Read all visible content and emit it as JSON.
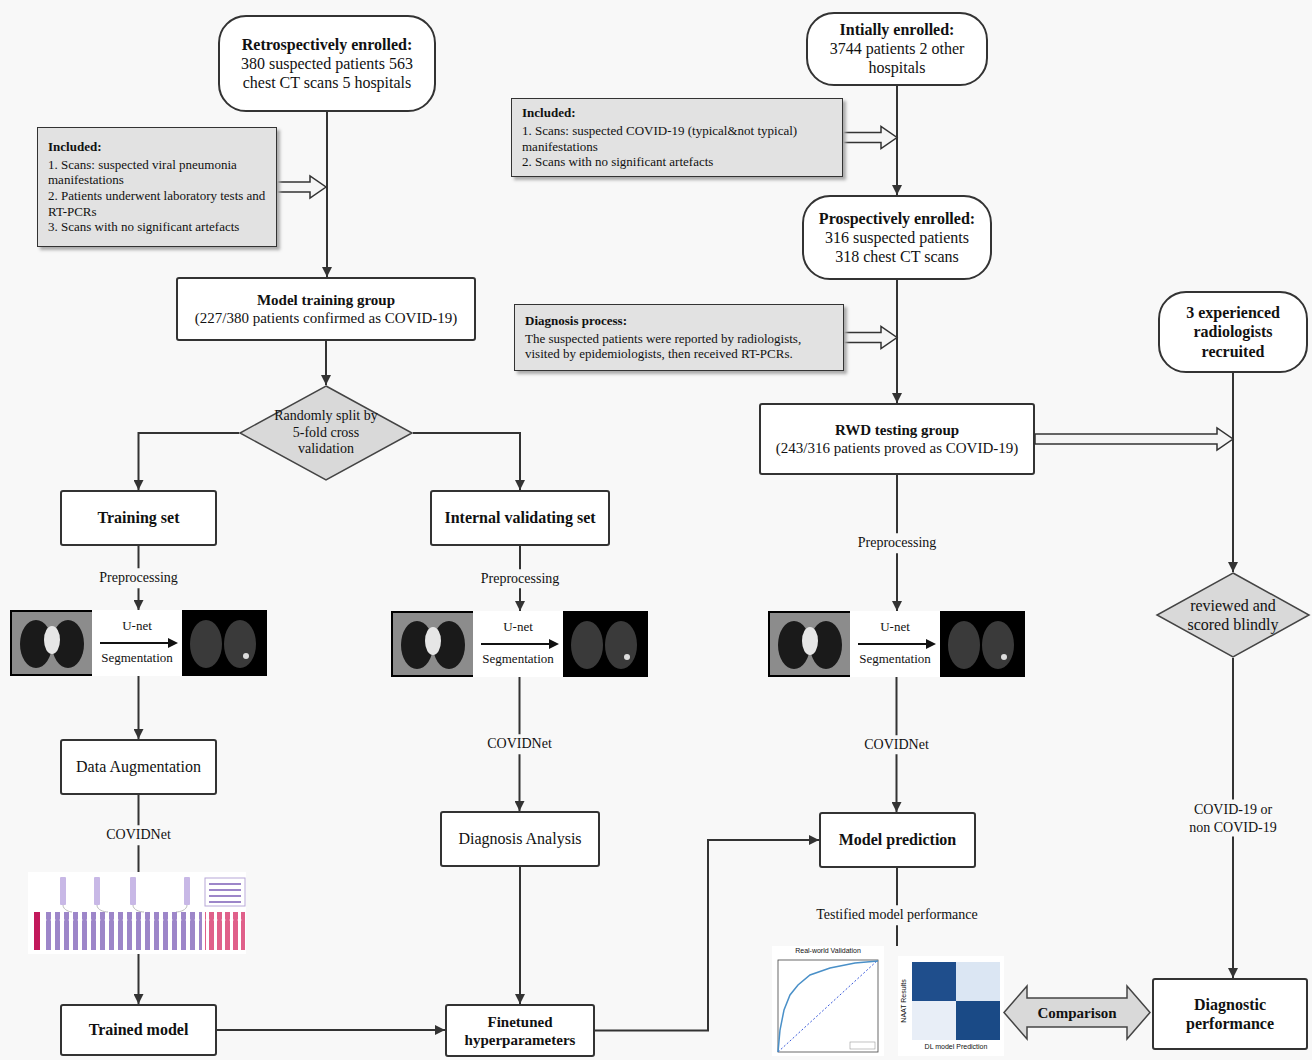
{
  "diagram": {
    "nodes": [
      {
        "text": [
          "Retrospectively enrolled:",
          "380 suspected patients 563 chest CT scans 5 hospitals"
        ]
      },
      {
        "text": [
          "Included:",
          "1. Scans: suspected viral pneumonia manifestations",
          "2. Patients underwent laboratory tests and RT-PCRs",
          "3. Scans with no significant artefacts"
        ]
      },
      {
        "text": [
          "Intially enrolled:",
          "3744 patients 2 other hospitals"
        ]
      },
      {
        "text": [
          "Included:",
          "1. Scans: suspected COVID-19 (typical&not typical) manifestations",
          "2. Scans with no significant artefacts"
        ]
      },
      {
        "text": [
          "Prospectively enrolled:",
          "316 suspected patients 318 chest CT scans"
        ]
      },
      {
        "text": [
          "Model training group",
          "(227/380 patients confirmed as COVID-19)"
        ]
      },
      {
        "text": [
          "Diagnosis process:",
          "The suspected patients were reported by radiologists, visited by epidemiologists, then received RT-PCRs."
        ]
      },
      {
        "text": [
          "3 experienced radiologists recruited"
        ]
      },
      {
        "text": [
          "RWD testing group",
          "(243/316 patients proved as COVID-19)"
        ]
      },
      {
        "text": [
          "Randomly split by 5-fold cross validation"
        ]
      },
      {
        "text": [
          "Training set"
        ]
      },
      {
        "text": [
          "Internal validating set"
        ]
      },
      {
        "text": [
          "reviewed and scored blindly"
        ]
      },
      {
        "text": [
          "U-net",
          "Segmentation"
        ]
      },
      {
        "text": [
          "U-net",
          "Segmentation"
        ]
      },
      {
        "text": [
          "U-net",
          "Segmentation"
        ]
      },
      {
        "text": [
          "Data Augmentation"
        ]
      },
      {
        "text": [
          "Diagnosis Analysis"
        ]
      },
      {
        "text": [
          "Model prediction"
        ]
      },
      {
        "text": [
          "Trained model"
        ]
      },
      {
        "text": [
          "Finetuned hyperparameters"
        ]
      },
      {
        "text": [
          "Comparison"
        ]
      },
      {
        "text": [
          "Diagnostic performance"
        ]
      }
    ],
    "edges": [
      {
        "from": 0,
        "to": 5,
        "arrow": "to"
      },
      {
        "from": 1,
        "to": 5,
        "arrow": "to"
      },
      {
        "from": 2,
        "to": 4,
        "arrow": "to"
      },
      {
        "from": 3,
        "to": 4,
        "arrow": "to"
      },
      {
        "from": 4,
        "to": 8,
        "arrow": "to"
      },
      {
        "from": 6,
        "to": 8,
        "arrow": "to"
      },
      {
        "from": 5,
        "to": 9,
        "arrow": "to"
      },
      {
        "from": 9,
        "to": 10,
        "arrow": "to"
      },
      {
        "from": 9,
        "to": 11,
        "arrow": "to"
      },
      {
        "from": 10,
        "to": 13,
        "label": "Preprocessing",
        "arrow": "to"
      },
      {
        "from": 11,
        "to": 14,
        "label": "Preprocessing",
        "arrow": "to"
      },
      {
        "from": 8,
        "to": 15,
        "label": "Preprocessing",
        "arrow": "to"
      },
      {
        "from": 13,
        "to": 16,
        "arrow": "to"
      },
      {
        "from": 14,
        "to": 17,
        "label": "COVIDNet",
        "arrow": "to"
      },
      {
        "from": 15,
        "to": 18,
        "label": "COVIDNet",
        "arrow": "to"
      },
      {
        "from": 16,
        "to": 19,
        "label": "COVIDNet",
        "arrow": "to"
      },
      {
        "from": 19,
        "to": 20,
        "arrow": "to"
      },
      {
        "from": 17,
        "to": 20,
        "arrow": "to"
      },
      {
        "from": 20,
        "to": 18,
        "arrow": "to"
      },
      {
        "from": 8,
        "to": 12,
        "arrow": "to"
      },
      {
        "from": 7,
        "to": 12,
        "arrow": "to"
      },
      {
        "from": 12,
        "to": 22,
        "label": "COVID-19 or non COVID-19",
        "arrow": "to"
      }
    ],
    "labels": [
      "Testified model performance",
      "Real-world Validation",
      "NAAT Results",
      "DL model Prediction"
    ]
  }
}
